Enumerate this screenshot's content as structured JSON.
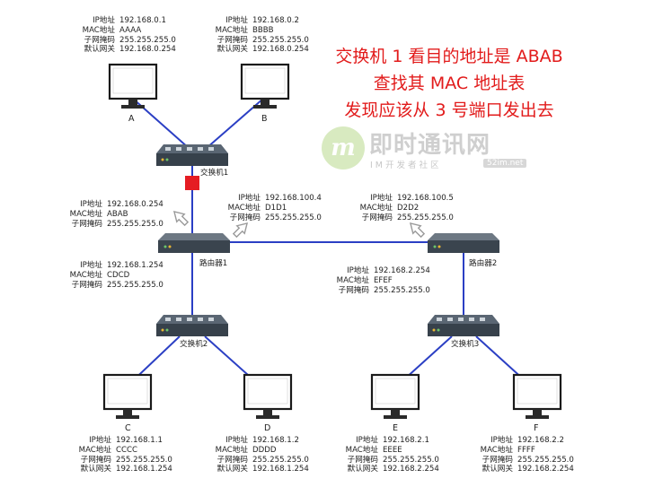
{
  "annotation": {
    "lines": [
      "交换机 1 看目的地址是 ABAB",
      "查找其 MAC 地址表",
      "发现应该从 3 号端口发出去"
    ],
    "color": "#e21b1b"
  },
  "watermark": {
    "brand": "即时通讯网",
    "tagline": "IM开发者社区",
    "site": "52im.net"
  },
  "devices": {
    "switch1": "交换机1",
    "switch2": "交换机2",
    "switch3": "交换机3",
    "router1": "路由器1",
    "router2": "路由器2"
  },
  "hosts": {
    "A": {
      "label": "A",
      "ip_key": "IP地址",
      "ip": "192.168.0.1",
      "mac_key": "MAC地址",
      "mac": "AAAA",
      "mask_key": "子网掩码",
      "mask": "255.255.255.0",
      "gw_key": "默认网关",
      "gw": "192.168.0.254"
    },
    "B": {
      "label": "B",
      "ip_key": "IP地址",
      "ip": "192.168.0.2",
      "mac_key": "MAC地址",
      "mac": "BBBB",
      "mask_key": "子网掩码",
      "mask": "255.255.255.0",
      "gw_key": "默认网关",
      "gw": "192.168.0.254"
    },
    "C": {
      "label": "C",
      "ip_key": "IP地址",
      "ip": "192.168.1.1",
      "mac_key": "MAC地址",
      "mac": "CCCC",
      "mask_key": "子网掩码",
      "mask": "255.255.255.0",
      "gw_key": "默认网关",
      "gw": "192.168.1.254"
    },
    "D": {
      "label": "D",
      "ip_key": "IP地址",
      "ip": "192.168.1.2",
      "mac_key": "MAC地址",
      "mac": "DDDD",
      "mask_key": "子网掩码",
      "mask": "255.255.255.0",
      "gw_key": "默认网关",
      "gw": "192.168.1.254"
    },
    "E": {
      "label": "E",
      "ip_key": "IP地址",
      "ip": "192.168.2.1",
      "mac_key": "MAC地址",
      "mac": "EEEE",
      "mask_key": "子网掩码",
      "mask": "255.255.255.0",
      "gw_key": "默认网关",
      "gw": "192.168.2.254"
    },
    "F": {
      "label": "F",
      "ip_key": "IP地址",
      "ip": "192.168.2.2",
      "mac_key": "MAC地址",
      "mac": "FFFF",
      "mask_key": "子网掩码",
      "mask": "255.255.255.0",
      "gw_key": "默认网关",
      "gw": "192.168.2.254"
    }
  },
  "ports": {
    "r1_left": {
      "ip_key": "IP地址",
      "ip": "192.168.0.254",
      "mac_key": "MAC地址",
      "mac": "ABAB",
      "mask_key": "子网掩码",
      "mask": "255.255.255.0"
    },
    "r1_lower": {
      "ip_key": "IP地址",
      "ip": "192.168.1.254",
      "mac_key": "MAC地址",
      "mac": "CDCD",
      "mask_key": "子网掩码",
      "mask": "255.255.255.0"
    },
    "r1_right": {
      "ip_key": "IP地址",
      "ip": "192.168.100.4",
      "mac_key": "MAC地址",
      "mac": "D1D1",
      "mask_key": "子网掩码",
      "mask": "255.255.255.0"
    },
    "r2_left": {
      "ip_key": "IP地址",
      "ip": "192.168.100.5",
      "mac_key": "MAC地址",
      "mac": "D2D2",
      "mask_key": "子网掩码",
      "mask": "255.255.255.0"
    },
    "r2_lower": {
      "ip_key": "IP地址",
      "ip": "192.168.2.254",
      "mac_key": "MAC地址",
      "mac": "EFEF",
      "mask_key": "子网掩码",
      "mask": "255.255.255.0"
    }
  },
  "colors": {
    "link": "#2b3fc4",
    "highlight": "#e51c23",
    "device": "#3e4a55"
  }
}
